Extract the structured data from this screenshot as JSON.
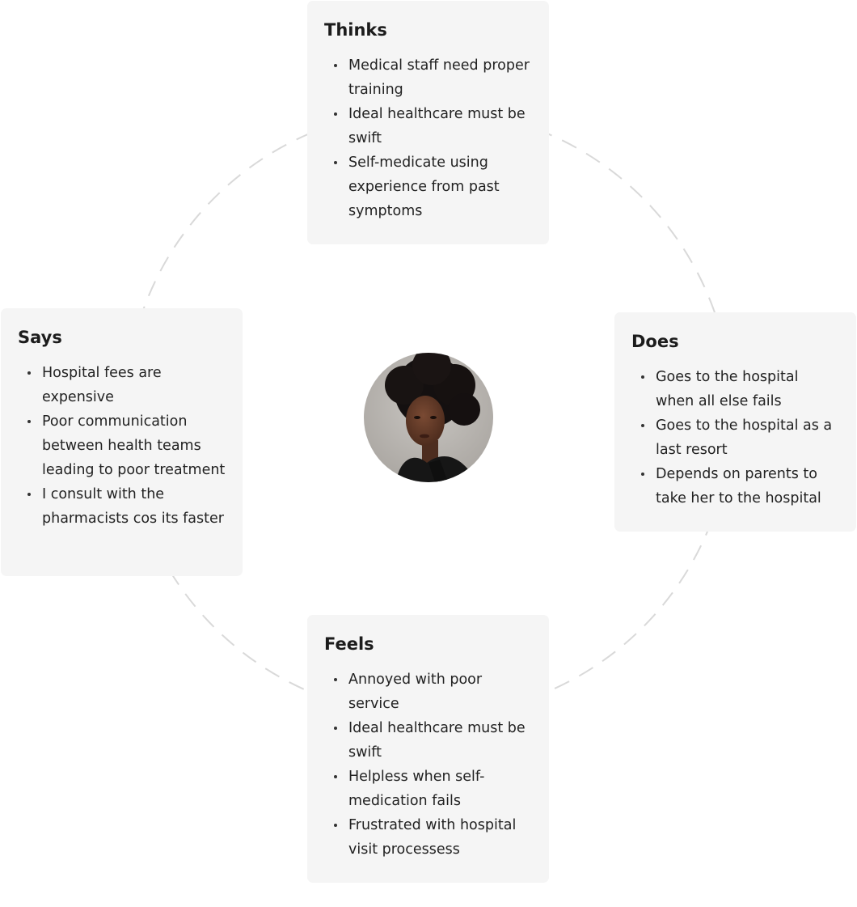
{
  "persona": {
    "avatar_icon": "person-portrait",
    "colors": {
      "card_background": "#f5f5f5",
      "ring_stroke": "#d9d9d9",
      "text": "#1c1c1c"
    }
  },
  "quadrants": {
    "thinks": {
      "title": "Thinks",
      "items": [
        "Medical staff need proper training",
        "Ideal healthcare must be swift",
        "Self-medicate using experience from past symptoms"
      ]
    },
    "says": {
      "title": "Says",
      "items": [
        "Hospital fees are expensive",
        "Poor communication between health teams leading to poor treatment",
        "I consult with the pharmacists cos its faster"
      ]
    },
    "does": {
      "title": "Does",
      "items": [
        "Goes to the hospital when all else fails",
        "Goes to the hospital as a last resort",
        "Depends on parents to take her to the hospital"
      ]
    },
    "feels": {
      "title": "Feels",
      "items": [
        "Annoyed with poor service",
        "Ideal healthcare must be swift",
        "Helpless when self-medication fails",
        "Frustrated with hospital visit processess"
      ]
    }
  }
}
